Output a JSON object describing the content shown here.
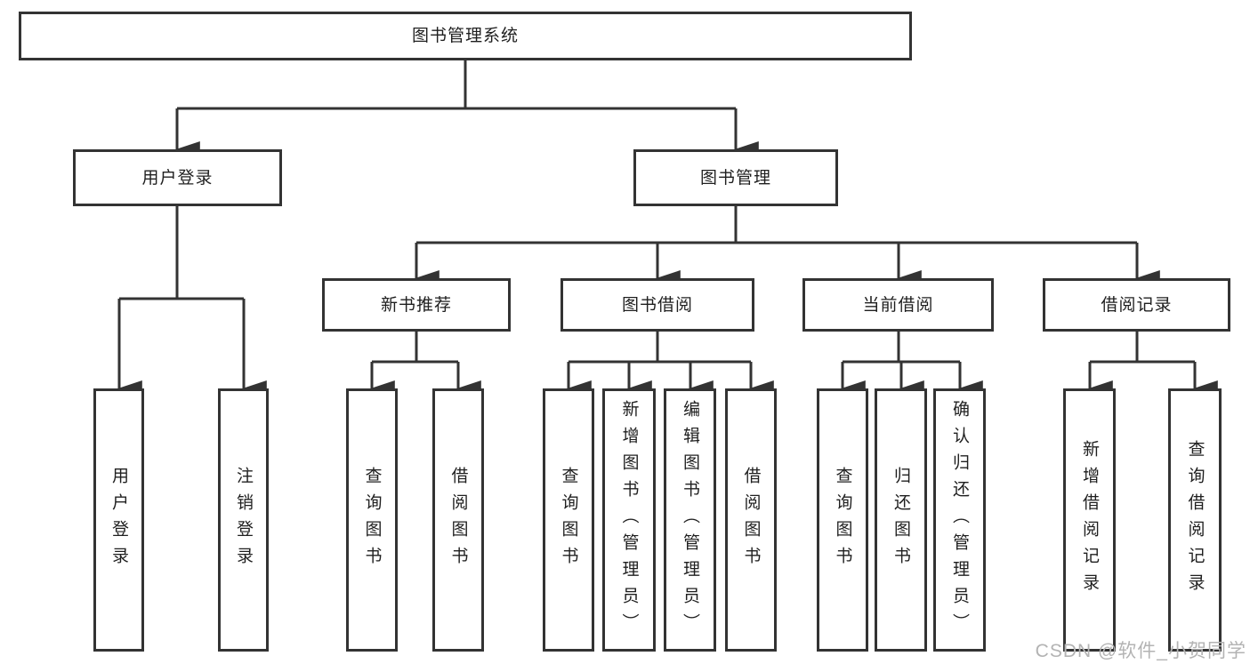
{
  "colors": {
    "line": "#333333",
    "text": "#1f1f1f",
    "watermark": "#b3b3b3",
    "background": "#ffffff"
  },
  "tree": {
    "root": {
      "label": "图书管理系统"
    },
    "level2": [
      {
        "label": "用户登录"
      },
      {
        "label": "图书管理"
      }
    ],
    "level3": [
      {
        "label": "新书推荐"
      },
      {
        "label": "图书借阅"
      },
      {
        "label": "当前借阅"
      },
      {
        "label": "借阅记录"
      }
    ],
    "leaves": {
      "user": [
        {
          "label": "用户登录"
        },
        {
          "label": "注销登录"
        }
      ],
      "recommend": [
        {
          "label": "查询图书"
        },
        {
          "label": "借阅图书"
        }
      ],
      "borrow": [
        {
          "label": "查询图书"
        },
        {
          "label": "新增图书（管理员）"
        },
        {
          "label": "编辑图书（管理员）"
        },
        {
          "label": "借阅图书"
        }
      ],
      "current": [
        {
          "label": "查询图书"
        },
        {
          "label": "归还图书"
        },
        {
          "label": "确认归还（管理员）"
        }
      ],
      "records": [
        {
          "label": "新增借阅记录"
        },
        {
          "label": "查询借阅记录"
        }
      ]
    }
  },
  "watermark": {
    "text": "CSDN @软件_小贺同学"
  }
}
